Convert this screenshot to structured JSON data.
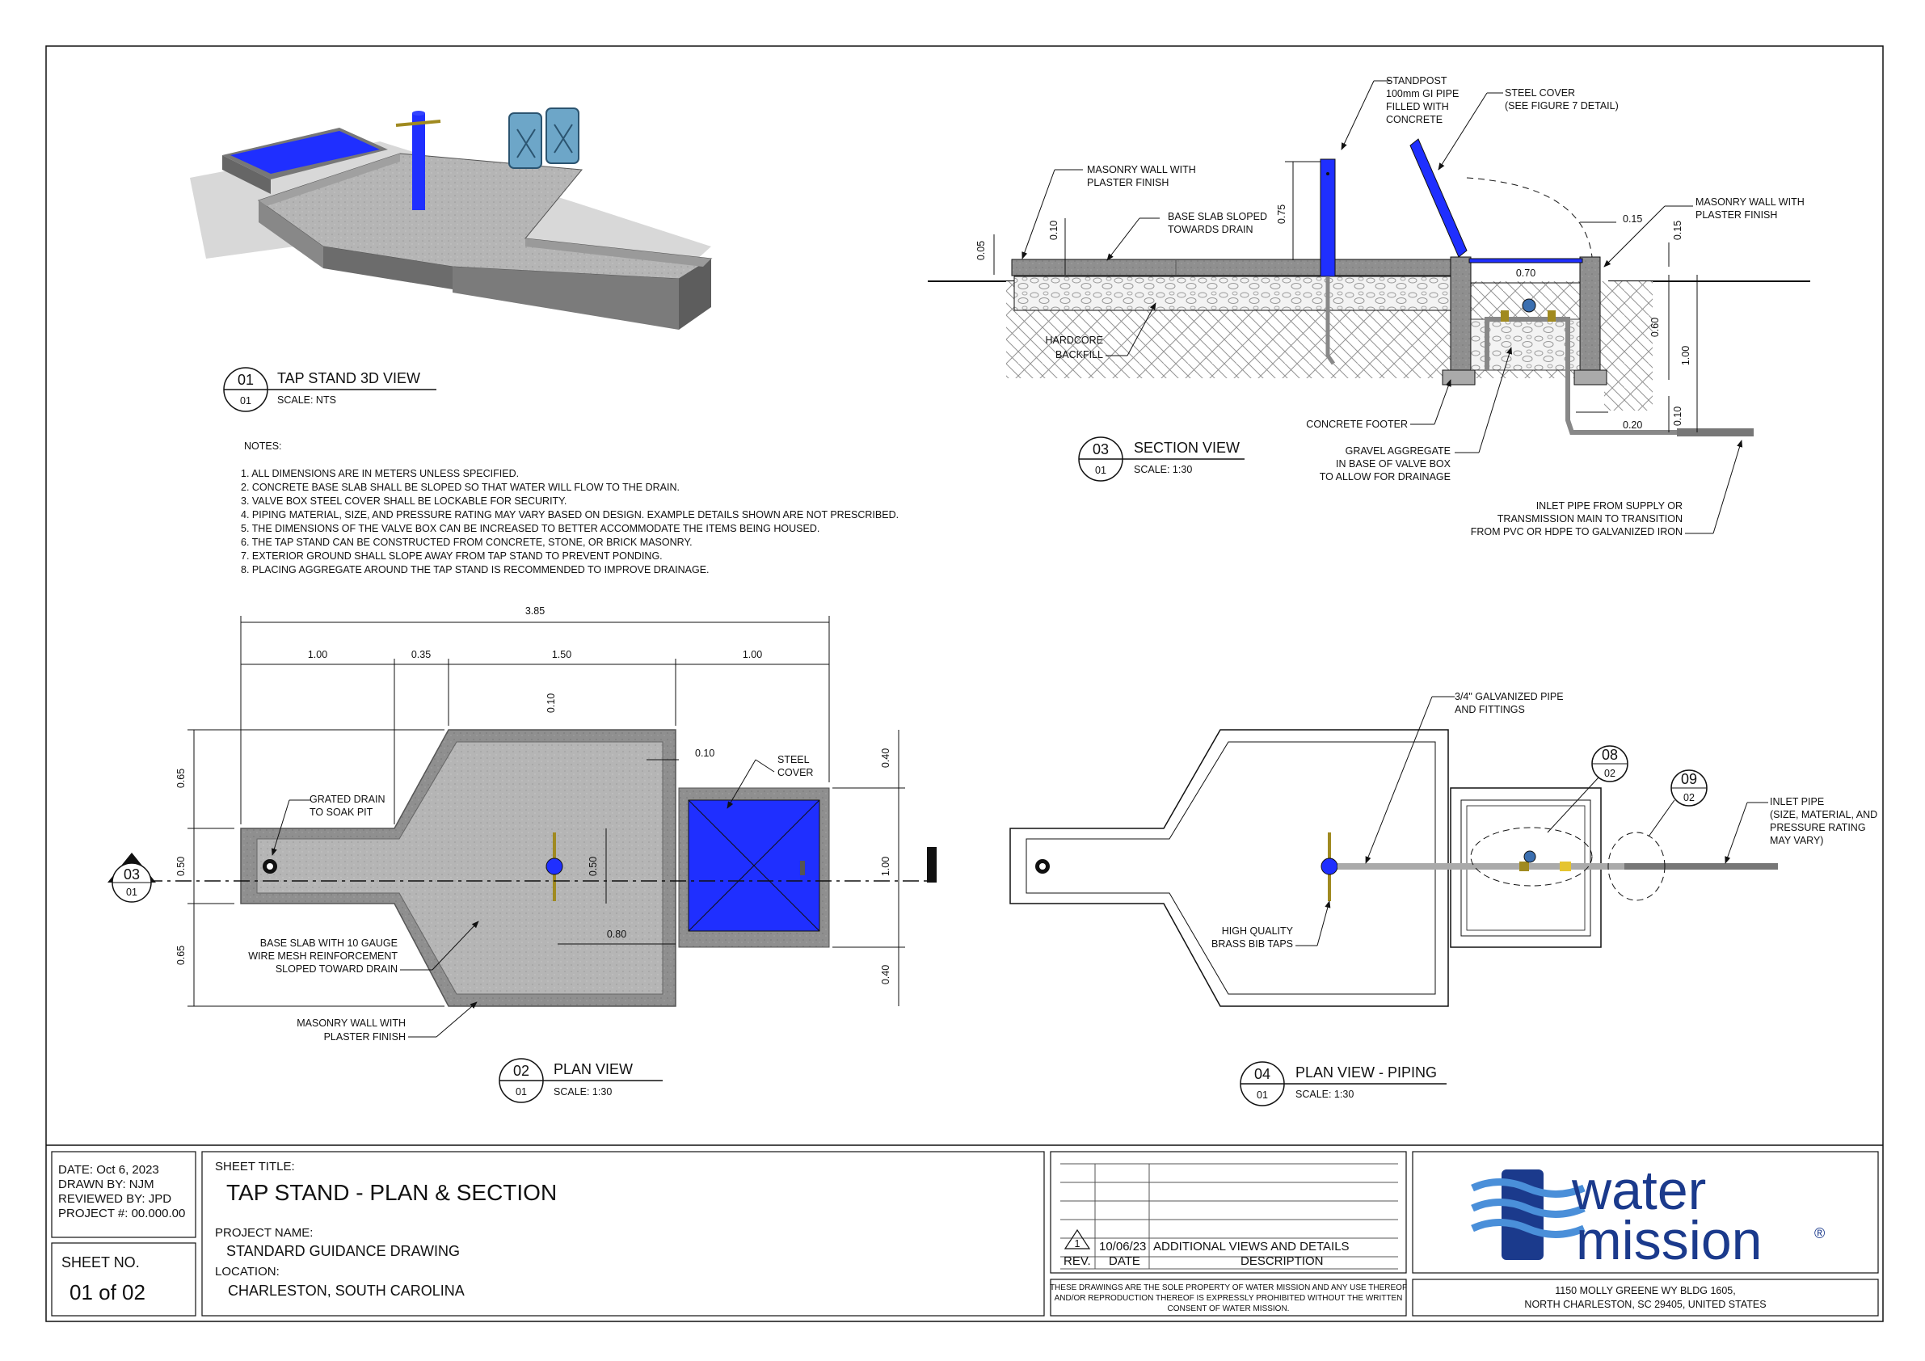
{
  "colors": {
    "accent_blue": "#1f2fff",
    "brand_navy": "#1b3a8c",
    "brand_light": "#4a8fd9",
    "concrete": "#8f8f8f",
    "line": "#111111"
  },
  "view01": {
    "number": "01",
    "sheet": "01",
    "title": "TAP STAND 3D VIEW",
    "scale": "SCALE: NTS"
  },
  "view02": {
    "number": "02",
    "sheet": "01",
    "title": "PLAN VIEW",
    "scale": "SCALE: 1:30"
  },
  "view03": {
    "number": "03",
    "sheet": "01",
    "title": "SECTION VIEW",
    "scale": "SCALE: 1:30"
  },
  "view04": {
    "number": "04",
    "sheet": "01",
    "title": "PLAN VIEW - PIPING",
    "scale": "SCALE: 1:30"
  },
  "notes": {
    "heading": "NOTES:",
    "items": [
      "1.    ALL DIMENSIONS ARE IN METERS UNLESS SPECIFIED.",
      "2.    CONCRETE BASE SLAB SHALL BE SLOPED SO THAT WATER WILL FLOW TO THE DRAIN.",
      "3.    VALVE BOX STEEL COVER SHALL BE LOCKABLE FOR SECURITY.",
      "4.    PIPING MATERIAL, SIZE, AND PRESSURE RATING MAY VARY BASED ON DESIGN. EXAMPLE DETAILS SHOWN ARE NOT PRESCRIBED.",
      "5.    THE DIMENSIONS OF THE VALVE BOX CAN BE INCREASED TO BETTER ACCOMMODATE THE ITEMS BEING HOUSED.",
      "6.    THE TAP STAND CAN BE CONSTRUCTED FROM CONCRETE, STONE, OR BRICK MASONRY.",
      "7.    EXTERIOR GROUND SHALL SLOPE AWAY FROM TAP STAND TO PREVENT PONDING.",
      "8.    PLACING AGGREGATE AROUND THE TAP STAND IS RECOMMENDED TO IMPROVE DRAINAGE."
    ]
  },
  "section": {
    "labels": {
      "standpost": [
        "STANDPOST",
        "100mm GI PIPE",
        "FILLED WITH",
        "CONCRETE"
      ],
      "steel_cover": [
        "STEEL COVER",
        "(SEE FIGURE 7 DETAIL)"
      ],
      "masonry_left": [
        "MASONRY WALL WITH",
        "PLASTER FINISH"
      ],
      "masonry_right": [
        "MASONRY WALL WITH",
        "PLASTER FINISH"
      ],
      "base_slab": [
        "BASE SLAB SLOPED",
        "TOWARDS DRAIN"
      ],
      "hardcore": [
        "HARDCORE",
        "BACKFILL"
      ],
      "footer": "CONCRETE FOOTER",
      "gravel": [
        "GRAVEL AGGREGATE",
        "IN BASE OF VALVE BOX",
        "TO ALLOW FOR DRAINAGE"
      ],
      "inlet": [
        "INLET PIPE FROM SUPPLY OR",
        "TRANSMISSION MAIN TO TRANSITION",
        "FROM PVC OR HDPE TO GALVANIZED IRON"
      ]
    },
    "dims": {
      "d005": "0.05",
      "d010": "0.10",
      "d075": "0.75",
      "d070": "0.70",
      "d015a": "0.15",
      "d015b": "0.15",
      "d060": "0.60",
      "d100": "1.00",
      "d010b": "0.10",
      "d020": "0.20"
    }
  },
  "plan": {
    "dims": {
      "overall": "3.85",
      "seg1": "1.00",
      "seg2": "0.35",
      "seg3": "1.50",
      "seg4": "1.00",
      "wall": "0.10",
      "wall2": "0.10",
      "left_top": "0.65",
      "left_mid": "0.50",
      "left_bot": "0.65",
      "right_top": "0.40",
      "right_mid": "1.00",
      "right_bot": "0.40",
      "tap_v": "0.50",
      "tap_h": "0.80"
    },
    "labels": {
      "drain": [
        "GRATED DRAIN",
        "TO SOAK PIT"
      ],
      "steel_cover": [
        "STEEL",
        "COVER"
      ],
      "base_slab": [
        "BASE SLAB WITH 10 GAUGE",
        "WIRE MESH REINFORCEMENT",
        "SLOPED TOWARD DRAIN"
      ],
      "masonry": [
        "MASONRY WALL WITH",
        "PLASTER FINISH"
      ]
    },
    "section_marker": {
      "number": "03",
      "sheet": "01"
    }
  },
  "piping": {
    "labels": {
      "galv": [
        "3/4\" GALVANIZED PIPE",
        "AND FITTINGS"
      ],
      "taps": [
        "HIGH QUALITY",
        "BRASS BIB TAPS"
      ],
      "inlet": [
        "INLET PIPE",
        "(SIZE, MATERIAL, AND",
        "PRESSURE RATING",
        "MAY VARY)"
      ]
    },
    "callout08": {
      "number": "08",
      "sheet": "02"
    },
    "callout09": {
      "number": "09",
      "sheet": "02"
    }
  },
  "titleblock": {
    "date": "DATE: Oct 6, 2023",
    "drawn": "DRAWN BY: NJM",
    "reviewed": "REVIEWED BY: JPD",
    "project_no": "PROJECT #: 00.000.00",
    "sheet_no_label": "SHEET NO.",
    "sheet_no": "01 of 02",
    "sheet_title_label": "SHEET TITLE:",
    "sheet_title": "TAP STAND - PLAN & SECTION",
    "project_name_label": "PROJECT NAME:",
    "project_name": "STANDARD GUIDANCE DRAWING",
    "location_label": "LOCATION:",
    "location": "CHARLESTON, SOUTH CAROLINA",
    "revision": {
      "mark": "1",
      "date": "10/06/23",
      "description": "ADDITIONAL VIEWS AND DETAILS"
    },
    "rev_headers": {
      "rev": "REV.",
      "date": "DATE",
      "description": "DESCRIPTION"
    },
    "disclaimer": [
      "THESE DRAWINGS ARE THE SOLE PROPERTY OF WATER MISSION AND ANY USE THEREOF",
      "AND/OR REPRODUCTION THEREOF IS EXPRESSLY PROHIBITED WITHOUT THE WRITTEN",
      "CONSENT OF WATER MISSION."
    ],
    "logo_word1": "water",
    "logo_word2": "mission",
    "logo_mark": "®",
    "address": [
      "1150 MOLLY GREENE WY BLDG 1605,",
      "NORTH CHARLESTON, SC 29405, UNITED STATES"
    ]
  }
}
